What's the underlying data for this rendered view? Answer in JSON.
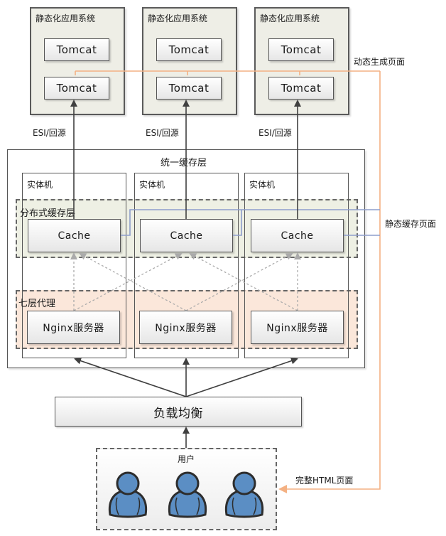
{
  "app_systems": [
    {
      "title": "静态化应用系统",
      "nodes": [
        "Tomcat",
        "Tomcat"
      ]
    },
    {
      "title": "静态化应用系统",
      "nodes": [
        "Tomcat",
        "Tomcat"
      ]
    },
    {
      "title": "静态化应用系统",
      "nodes": [
        "Tomcat",
        "Tomcat"
      ]
    }
  ],
  "esi_labels": [
    "ESI/回源",
    "ESI/回源",
    "ESI/回源"
  ],
  "dynamic_label": "动态生成页面",
  "static_cache_label": "静态缓存页面",
  "full_html_label": "完整HTML页面",
  "cache_layer": {
    "title": "统一缓存层",
    "machines": [
      "实体机",
      "实体机",
      "实体机"
    ],
    "distributed_layer_title": "分布式缓存层",
    "caches": [
      "Cache",
      "Cache",
      "Cache"
    ],
    "proxy_layer_title": "七层代理",
    "nginx": [
      "Nginx服务器",
      "Nginx服务器",
      "Nginx服务器"
    ]
  },
  "load_balancer": "负载均衡",
  "users": {
    "title": "用户",
    "count": 3
  },
  "colors": {
    "orange_line": "#f4b183",
    "blue_line": "#8e9dcc",
    "arrow": "#404040",
    "dashed_arrow": "#aaaaaa",
    "app_bg": "#eeeee6",
    "distributed_bg": "#eef0e4",
    "proxy_bg": "#fbe7da",
    "user_fill": "#5b8ec4"
  }
}
